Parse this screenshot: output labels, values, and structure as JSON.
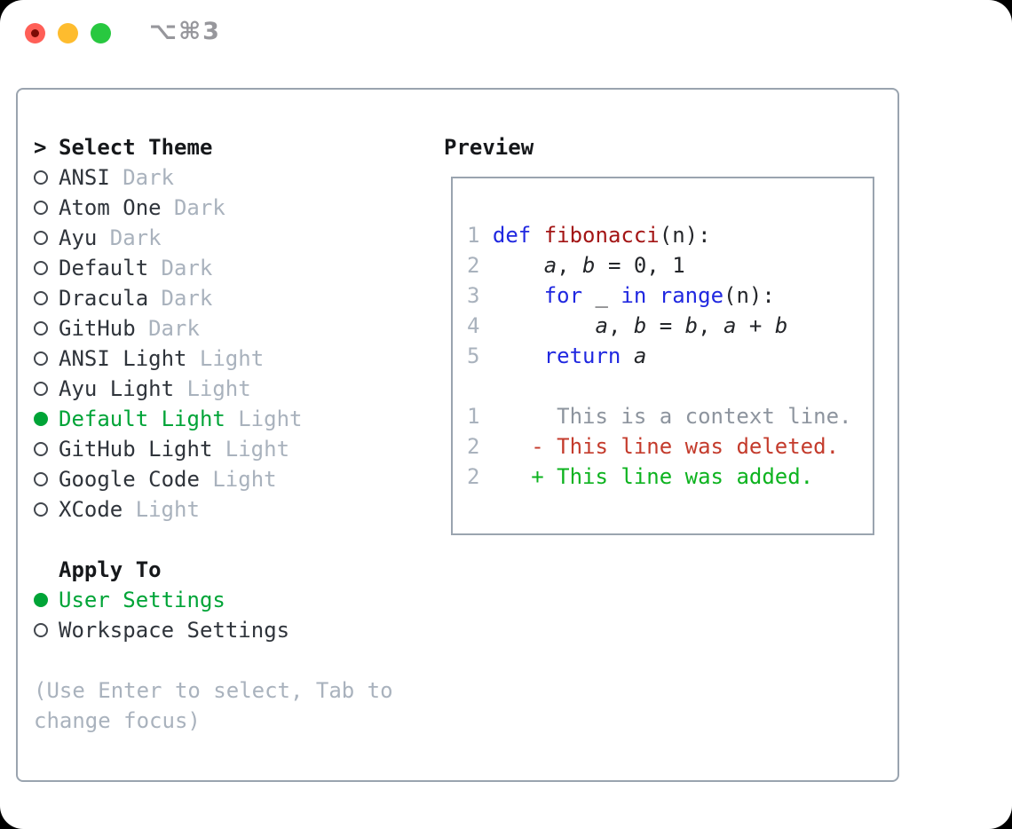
{
  "window": {
    "shortcut": "⌥⌘3"
  },
  "theme": {
    "header": "Select Theme",
    "cursor": ">",
    "items": [
      {
        "name": "ANSI",
        "tag": "Dark",
        "selected": false
      },
      {
        "name": "Atom One",
        "tag": "Dark",
        "selected": false
      },
      {
        "name": "Ayu",
        "tag": "Dark",
        "selected": false
      },
      {
        "name": "Default",
        "tag": "Dark",
        "selected": false
      },
      {
        "name": "Dracula",
        "tag": "Dark",
        "selected": false
      },
      {
        "name": "GitHub",
        "tag": "Dark",
        "selected": false
      },
      {
        "name": "ANSI Light",
        "tag": "Light",
        "selected": false
      },
      {
        "name": "Ayu Light",
        "tag": "Light",
        "selected": false
      },
      {
        "name": "Default Light",
        "tag": "Light",
        "selected": true
      },
      {
        "name": "GitHub Light",
        "tag": "Light",
        "selected": false
      },
      {
        "name": "Google Code",
        "tag": "Light",
        "selected": false
      },
      {
        "name": "XCode",
        "tag": "Light",
        "selected": false
      }
    ]
  },
  "apply": {
    "header": "Apply To",
    "options": [
      {
        "label": "User Settings",
        "selected": true
      },
      {
        "label": "Workspace Settings",
        "selected": false
      }
    ]
  },
  "hint": {
    "line1": "(Use Enter to select, Tab to",
    "line2": "change focus)"
  },
  "preview": {
    "header": "Preview",
    "lines": [
      {
        "num": "1",
        "tokens": [
          [
            "kw",
            "def"
          ],
          [
            "pl",
            " "
          ],
          [
            "fn",
            "fibonacci"
          ],
          [
            "pl",
            "(n):"
          ]
        ]
      },
      {
        "num": "2",
        "tokens": [
          [
            "pl",
            "    "
          ],
          [
            "var",
            "a"
          ],
          [
            "pl",
            ", "
          ],
          [
            "var",
            "b"
          ],
          [
            "pl",
            " = 0, 1"
          ]
        ]
      },
      {
        "num": "3",
        "tokens": [
          [
            "pl",
            "    "
          ],
          [
            "kw",
            "for"
          ],
          [
            "pl",
            " _ "
          ],
          [
            "kw",
            "in"
          ],
          [
            "pl",
            " "
          ],
          [
            "kw",
            "range"
          ],
          [
            "pl",
            "(n):"
          ]
        ]
      },
      {
        "num": "4",
        "tokens": [
          [
            "pl",
            "        "
          ],
          [
            "var",
            "a"
          ],
          [
            "pl",
            ", "
          ],
          [
            "var",
            "b"
          ],
          [
            "pl",
            " = "
          ],
          [
            "var",
            "b"
          ],
          [
            "pl",
            ", "
          ],
          [
            "var",
            "a"
          ],
          [
            "pl",
            " + "
          ],
          [
            "var",
            "b"
          ]
        ]
      },
      {
        "num": "5",
        "tokens": [
          [
            "pl",
            "    "
          ],
          [
            "kw",
            "return"
          ],
          [
            "pl",
            " "
          ],
          [
            "var",
            "a"
          ]
        ]
      },
      {
        "num": "",
        "tokens": []
      },
      {
        "num": "1",
        "tokens": [
          [
            "ctx",
            "     This is a context line."
          ]
        ]
      },
      {
        "num": "2",
        "tokens": [
          [
            "pl",
            "   "
          ],
          [
            "del",
            "- This line was deleted."
          ]
        ]
      },
      {
        "num": "2",
        "tokens": [
          [
            "pl",
            "   "
          ],
          [
            "add",
            "+ This line was added."
          ]
        ]
      }
    ]
  },
  "colors": {
    "accent-green": "#00a437",
    "add-green": "#0db31f",
    "del-red": "#c43b2c",
    "kw-blue": "#2028e0",
    "fn-red": "#a31515",
    "code-text": "#24262a",
    "muted": "#a9b2bd",
    "ctx-gray": "#8d949e",
    "text-dark": "#2f343b",
    "heading": "#16181b",
    "border": "#9aa4af",
    "traffic-red": "#ff5f57",
    "traffic-yellow": "#febc2e",
    "traffic-green": "#28c840",
    "shortcut-gray": "#97979c"
  }
}
